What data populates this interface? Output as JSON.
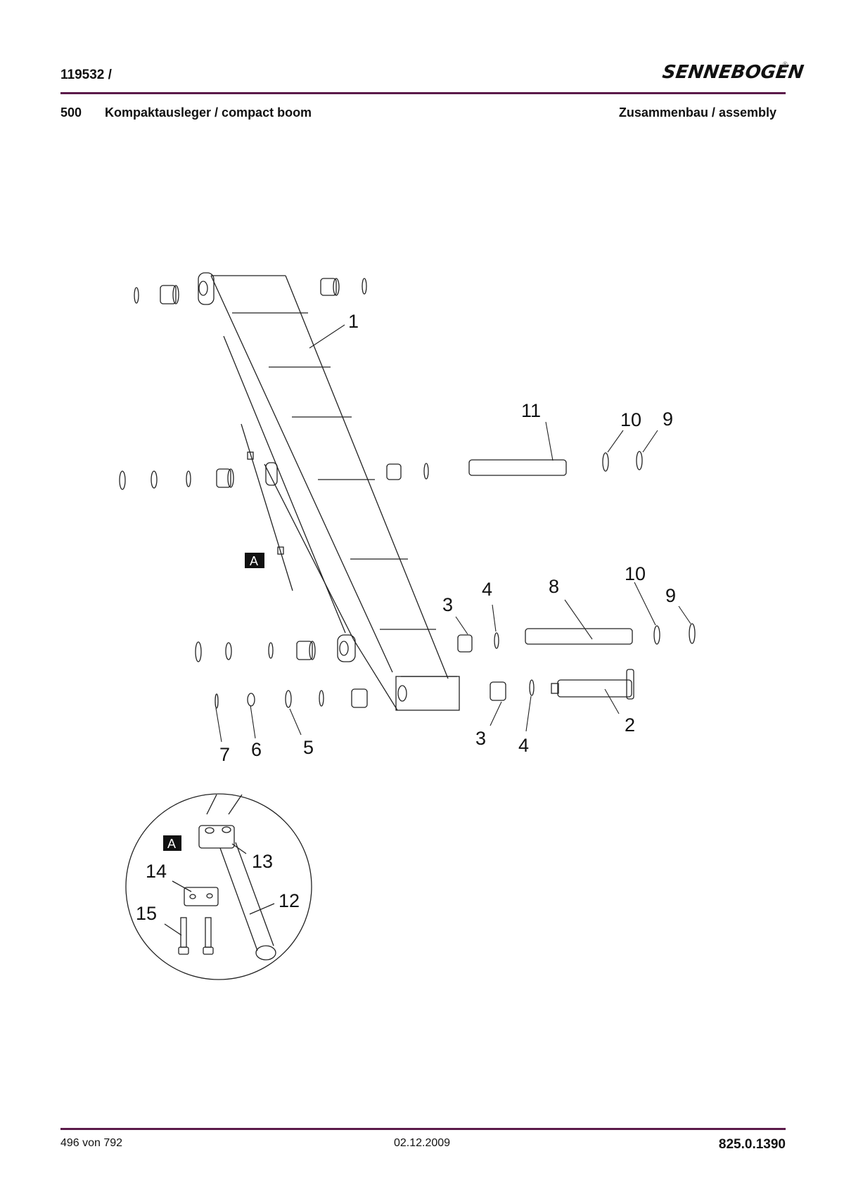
{
  "header": {
    "doc_number": "119532 /",
    "logo_text": "SENNEBOGEN",
    "logo_mark": "®"
  },
  "section": {
    "number": "500",
    "title": "Kompaktausleger / compact boom",
    "right_title": "Zusammenbau / assembly"
  },
  "drawing": {
    "detail_marker": "A",
    "callouts": {
      "c1": "1",
      "c2": "2",
      "c3a": "3",
      "c3b": "3",
      "c4a": "4",
      "c4b": "4",
      "c5": "5",
      "c6": "6",
      "c7": "7",
      "c8": "8",
      "c9a": "9",
      "c9b": "9",
      "c10a": "10",
      "c10b": "10",
      "c11": "11",
      "c12": "12",
      "c13": "13",
      "c14": "14",
      "c15": "15"
    }
  },
  "footer": {
    "page": "496 von 792",
    "date": "02.12.2009",
    "doc_code": "825.0.1390"
  },
  "colors": {
    "rule": "#5b1a4a",
    "line": "#222222"
  }
}
